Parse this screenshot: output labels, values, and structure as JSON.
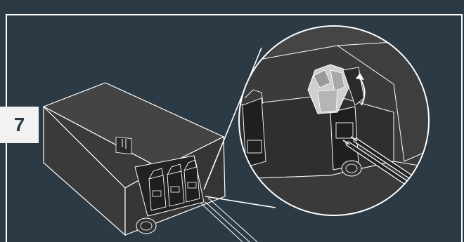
{
  "step": {
    "number": "7"
  },
  "colors": {
    "background": "#2c3a45",
    "device_body": "#3a3a3a",
    "device_top": "#454545",
    "line": "#ffffff",
    "badge_bg": "#f2f2f2",
    "badge_text": "#2c3a45"
  },
  "illustration": {
    "subject": "power-supply-with-wire-connector-terminals",
    "detail_view": "magnified-circle-showing-lever-terminal-opening-and-wire-insertion",
    "arrow_icon": "curved-arrow-icon"
  }
}
